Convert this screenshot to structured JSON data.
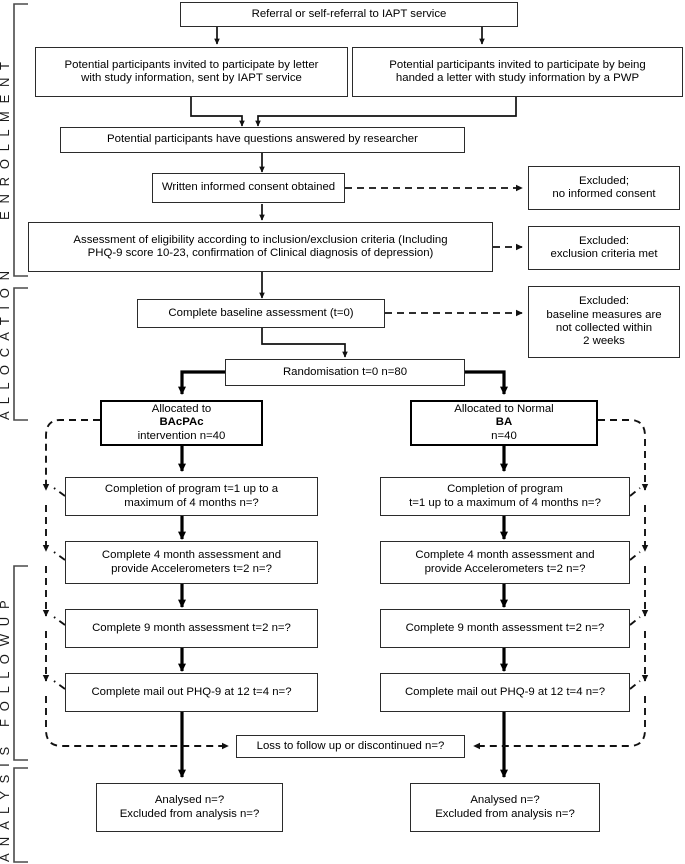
{
  "diagram": {
    "title": "CONSORT participant flow diagram",
    "phases": [
      {
        "id": "enrollment",
        "label": "E N R O L L M E N T"
      },
      {
        "id": "allocation",
        "label": "A L L O C A T I O N"
      },
      {
        "id": "followup",
        "label": "F O L L O W   U P"
      },
      {
        "id": "analysis",
        "label": "A N A L Y S I S"
      }
    ],
    "nodes": {
      "referral": "Referral or self-referral to IAPT service",
      "invite_letter_line1": "Potential participants invited to participate by letter",
      "invite_letter_line2": "with study information, sent by IAPT service",
      "invite_pwp_line1": "Potential participants invited to participate by being",
      "invite_pwp_line2": "handed a letter with study information by a PWP",
      "questions": "Potential participants have questions answered by researcher",
      "consent": "Written informed consent obtained",
      "excluded_consent_line1": "Excluded;",
      "excluded_consent_line2": "no informed consent",
      "eligibility_line1": "Assessment of eligibility according to inclusion/exclusion criteria (Including",
      "eligibility_line2": "PHQ-9 score 10-23, confirmation of Clinical diagnosis of depression)",
      "excluded_criteria_line1": "Excluded:",
      "excluded_criteria_line2": "exclusion criteria met",
      "baseline": "Complete baseline assessment (t=0)",
      "excluded_baseline_line1": "Excluded:",
      "excluded_baseline_line2": "baseline measures are",
      "excluded_baseline_line3": "not collected within",
      "excluded_baseline_line4": "2 weeks",
      "randomisation": "Randomisation t=0 n=80",
      "alloc_left_line1_pre": "Allocated to ",
      "alloc_left_line1_bold": "BAcPAc",
      "alloc_left_line2": "intervention n=40",
      "alloc_right_line1_pre": "Allocated to Normal ",
      "alloc_right_line1_bold": "BA",
      "alloc_right_line2": "n=40",
      "completion_left_line1": "Completion of program t=1 up to a",
      "completion_left_line2": "maximum of 4 months n=?",
      "completion_right_line1": "Completion of program",
      "completion_right_line2": "t=1 up to a maximum of 4 months n=?",
      "month4_line1": "Complete 4 month assessment and",
      "month4_line2": "provide Accelerometers t=2 n=?",
      "month9": "Complete 9 month assessment t=2 n=?",
      "mailout": "Complete mail out PHQ-9 at 12 t=4 n=?",
      "loss": "Loss to follow up or discontinued n=?",
      "analysed_line1": "Analysed n=?",
      "analysed_line2": "Excluded from analysis n=?"
    }
  },
  "colors": {
    "stroke": "#2b2b2b",
    "heavy_stroke": "#000000",
    "background": "#ffffff",
    "text": "#000000"
  }
}
